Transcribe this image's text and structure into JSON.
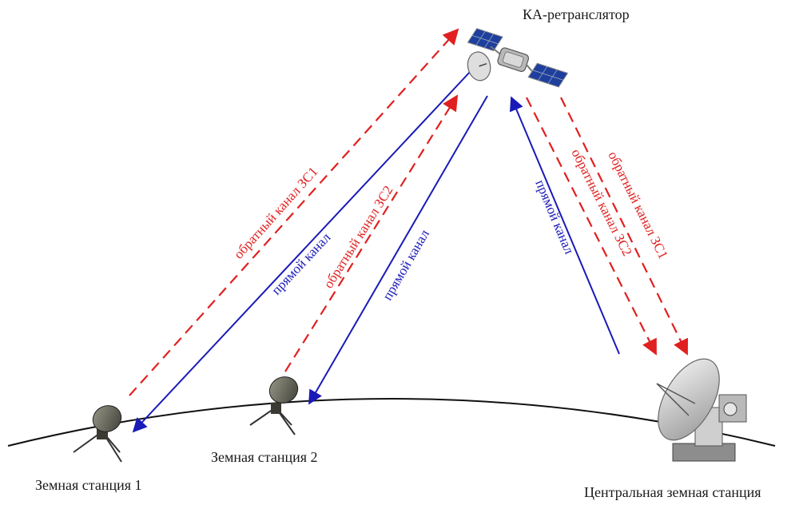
{
  "labels": {
    "satellite": "КА-ретранслятор",
    "station1": "Земная станция 1",
    "station2": "Земная станция 2",
    "central": "Центральная земная станция"
  },
  "channels": {
    "return_zs1": "обратный канал ЗС1",
    "return_zs2": "обратный канал ЗС2",
    "forward": "прямой канал"
  },
  "colors": {
    "forward": "#1a1ab8",
    "return": "#e02020",
    "ground": "#111111"
  },
  "icons": [
    "satellite-icon",
    "small-dish-antenna-icon",
    "large-dish-antenna-icon"
  ]
}
